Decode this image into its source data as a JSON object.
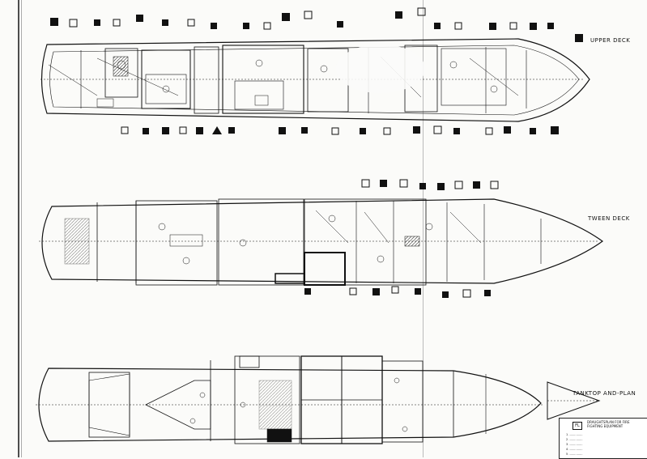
{
  "decks": {
    "upper": {
      "label": "UPPER DECK"
    },
    "tween": {
      "label": "TWEEN DECK"
    },
    "tanktop": {
      "label": "TANKTOP AND-PLAN"
    }
  },
  "legend": {
    "key_symbol": "FL",
    "heading": "DRAUGHTSPLAN FOR FIRE FIGHTING EQUIPMENT",
    "items": [
      "1  ...............",
      "2  ...............",
      "3  ...............",
      "4  ...............",
      "5  ..............."
    ]
  }
}
